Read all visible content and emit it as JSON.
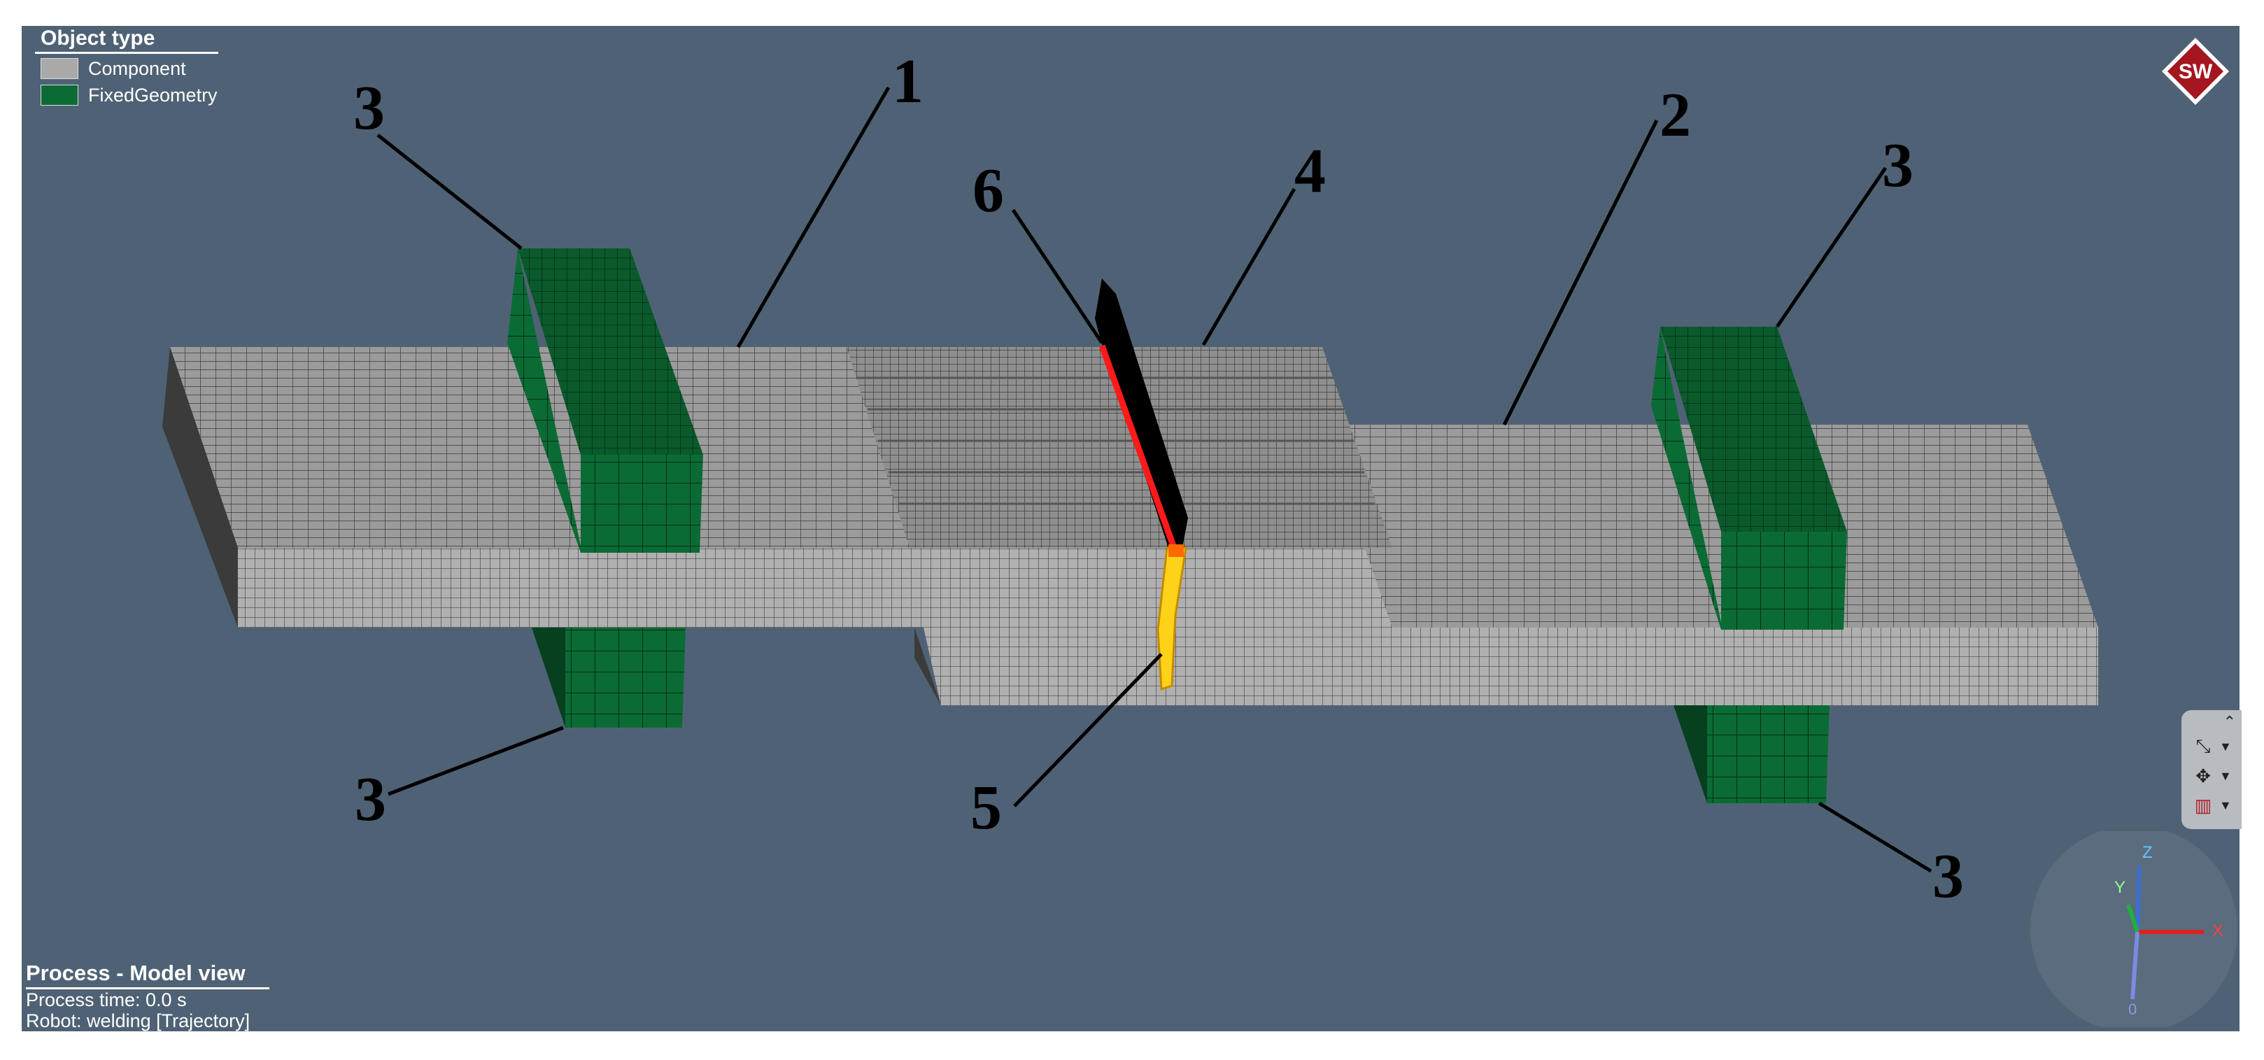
{
  "legend": {
    "title": "Object type",
    "items": [
      {
        "label": "Component",
        "color": "#a9a9a9"
      },
      {
        "label": "FixedGeometry",
        "color": "#0b6b35"
      }
    ]
  },
  "info": {
    "title": "Process - Model view",
    "process_time": "Process time: 0.0 s",
    "robot": "Robot: welding [Trajectory]"
  },
  "logo": {
    "text": "SW"
  },
  "callouts": [
    {
      "label": "1"
    },
    {
      "label": "2"
    },
    {
      "label": "3"
    },
    {
      "label": "3"
    },
    {
      "label": "3"
    },
    {
      "label": "3"
    },
    {
      "label": "4"
    },
    {
      "label": "5"
    },
    {
      "label": "6"
    }
  ],
  "axes": {
    "z": "Z",
    "y": "Y",
    "x": "X",
    "origin": "0"
  },
  "toolbar": {
    "icons": [
      "collapse-up-icon",
      "axis-transform-icon",
      "pan-move-icon",
      "display-mode-icon"
    ]
  },
  "colors": {
    "background": "#4f6275",
    "component": "#a9a9a9",
    "fixed_geometry": "#0b6b35",
    "weld_seam": "#ff1a1a",
    "heat_source": "#ffd21a",
    "torch": "#000000"
  }
}
